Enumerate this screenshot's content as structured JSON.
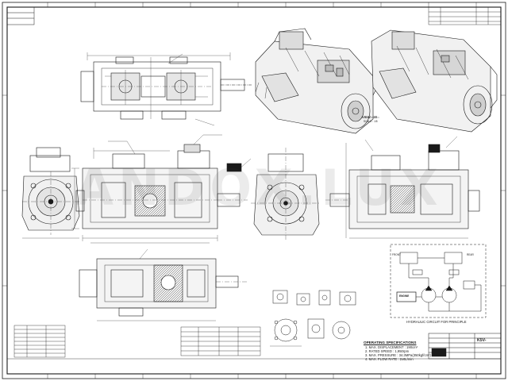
{
  "drawing": {
    "views": {
      "detail_view": "VIEW - 30",
      "detail_scale": "SCALE : 1/5",
      "circuit_caption": "HYDRAULIC CIRCUIT FOR PRINCIPLE"
    },
    "circuit_labels": {
      "front": "FRONT",
      "rear": "REAR",
      "engine": "ENGINE"
    },
    "specifications": {
      "title": "OPERATING SPECIFICATIONS",
      "lines": [
        "1. MAX. DISPLACEMENT : 190cm³",
        "2. RATED SPEED : 1,950rpm",
        "3. MAX. PRESSURE : 34.3MPa(350kgf/cm²)",
        "4. MAX. FLOW RATE : 2x6L/min"
      ]
    },
    "title_block": {
      "model": "K5V-",
      "part_no": "",
      "scale": ""
    },
    "watermark": "ANDOX.LUX",
    "colors": {
      "line": "#1a1a1a",
      "paper": "#ffffff",
      "watermark": "#3c3c3c"
    }
  }
}
